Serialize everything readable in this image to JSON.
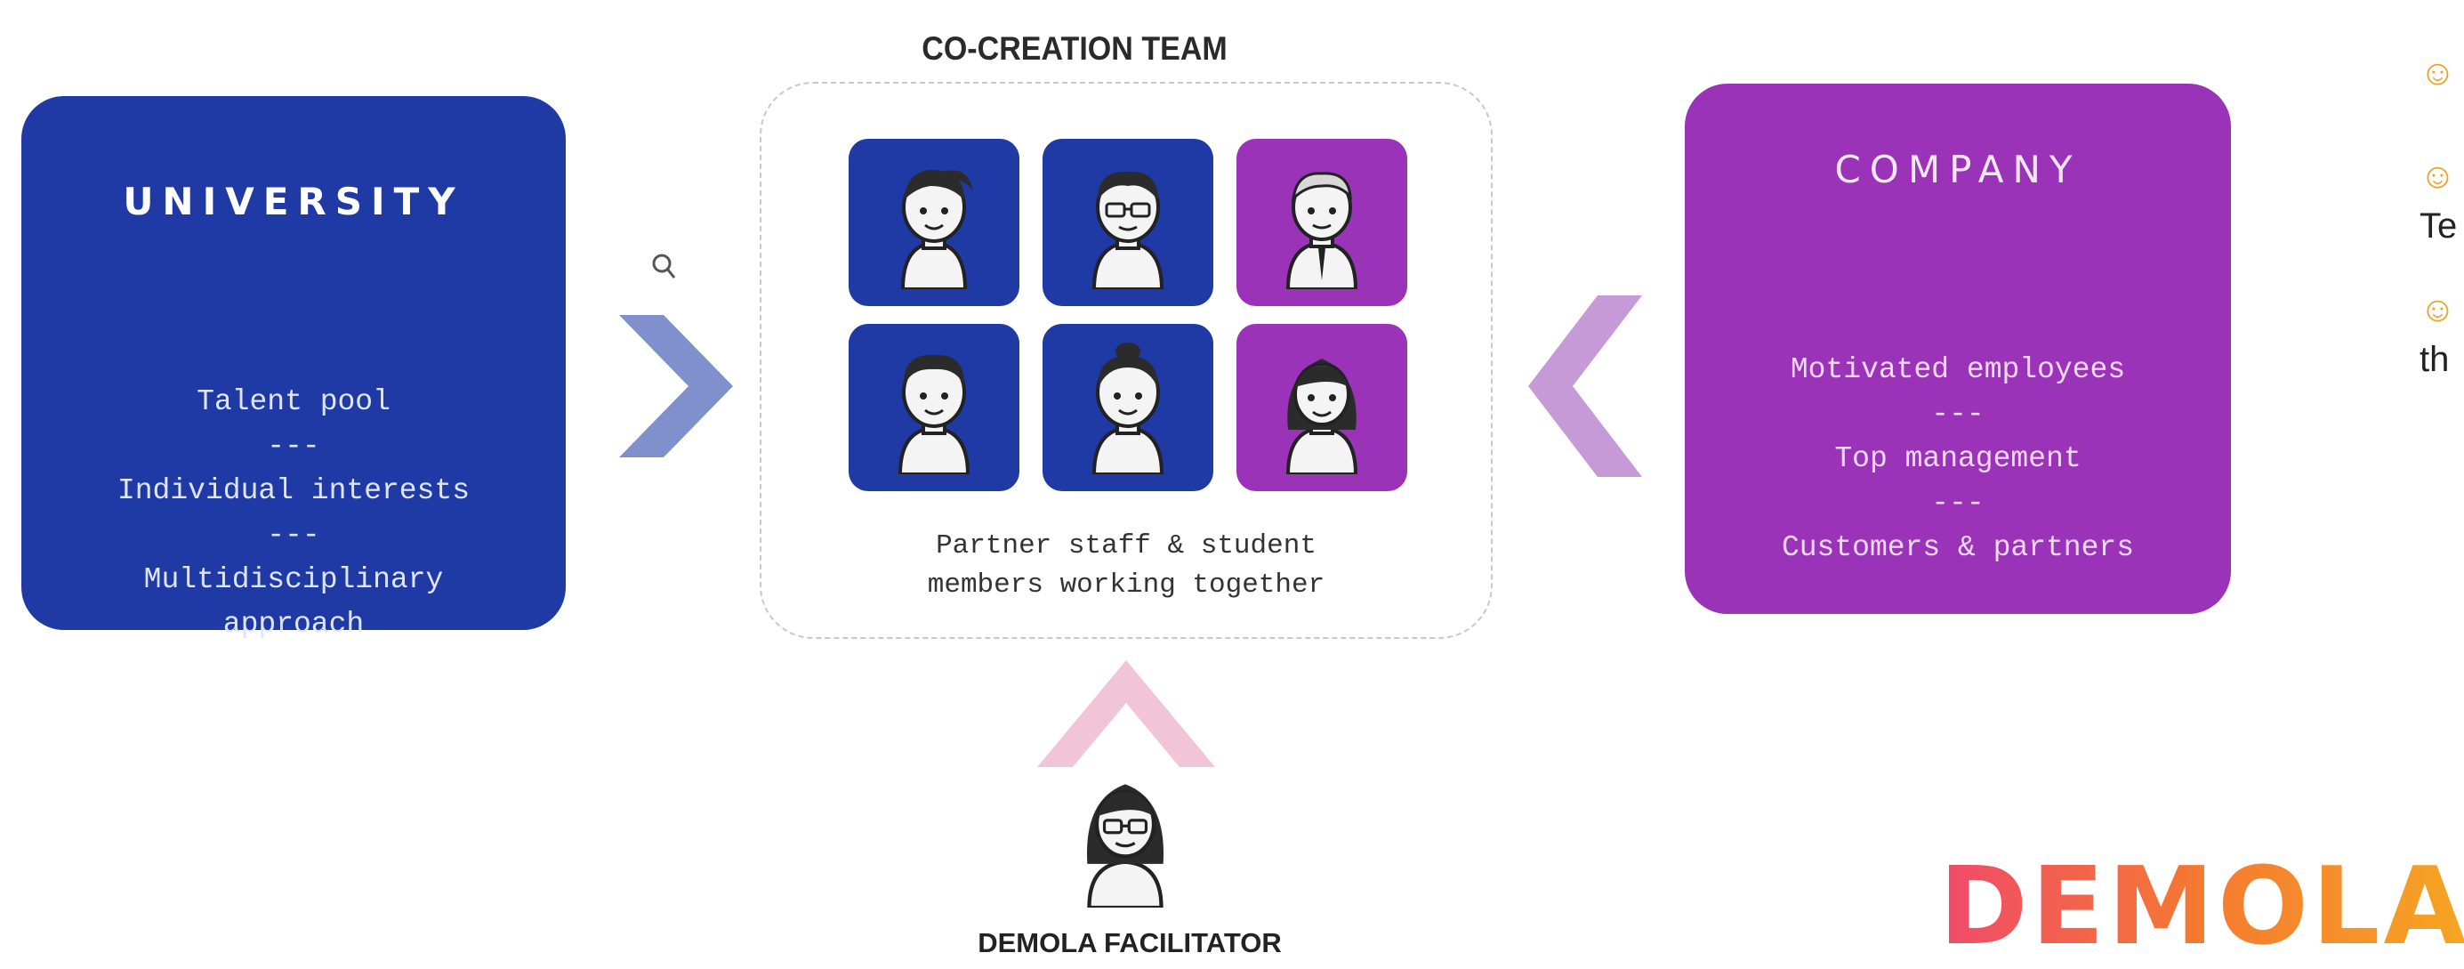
{
  "university": {
    "title": "UNIVERSITY",
    "lines": [
      "Talent pool",
      "---",
      "Individual interests",
      "---",
      "Multidisciplinary",
      "approach"
    ]
  },
  "company": {
    "title": "COMPANY",
    "lines": [
      "Motivated employees",
      "---",
      "Top management",
      "---",
      "Customers & partners"
    ]
  },
  "team": {
    "title": "CO-CREATION TEAM",
    "caption_line1": "Partner staff & student",
    "caption_line2": "members working together",
    "members": [
      {
        "role": "female-student-icon",
        "color": "#1f3aa5"
      },
      {
        "role": "male-student-glasses-icon",
        "color": "#1f3aa5"
      },
      {
        "role": "male-professional-icon",
        "color": "#9a33b8"
      },
      {
        "role": "male-student-icon",
        "color": "#1f3aa5"
      },
      {
        "role": "female-student-ponytail-icon",
        "color": "#1f3aa5"
      },
      {
        "role": "female-professional-icon",
        "color": "#9a33b8"
      }
    ]
  },
  "facilitator": {
    "label": "DEMOLA FACILITATOR"
  },
  "logo": {
    "text": "DEMOLA"
  },
  "notes": {
    "line1": "Te",
    "line2": "th"
  },
  "colors": {
    "university_blue": "#1f3aa5",
    "company_purple": "#9a33b8",
    "arrow_blue": "#7f90cc",
    "arrow_purple": "#c69ad6",
    "arrow_pink": "#f2c4d8",
    "smiley": "#f0a020"
  }
}
